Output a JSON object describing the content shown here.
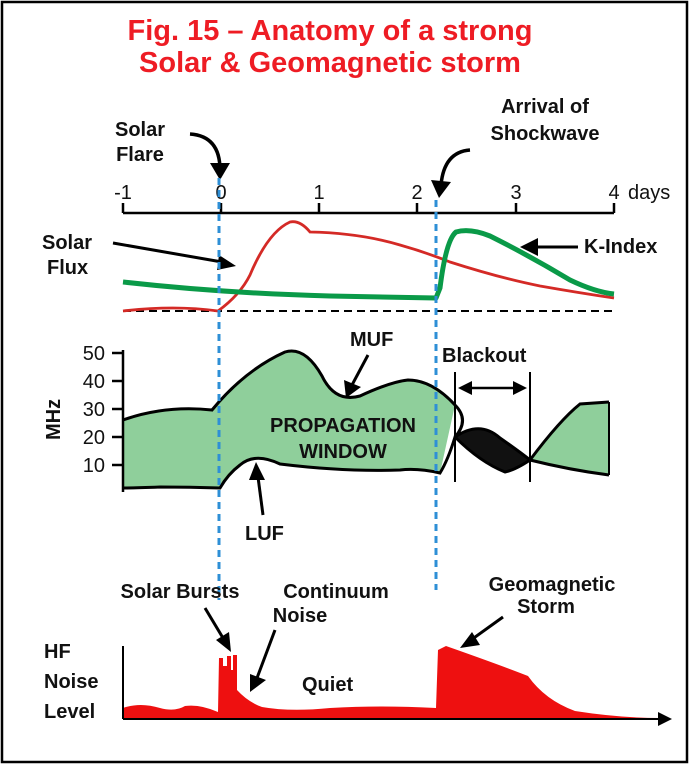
{
  "title": {
    "line1": "Fig. 15 – Anatomy of a strong",
    "line2": "Solar & Geomagnetic storm"
  },
  "time_axis": {
    "ticks": [
      "-1",
      "0",
      "1",
      "2",
      "3",
      "4"
    ],
    "unit": "days"
  },
  "events": {
    "solar_flare": [
      "Solar",
      "Flare"
    ],
    "shockwave": [
      "Arrival of",
      "Shockwave"
    ]
  },
  "top_panel": {
    "solar_flux_label": [
      "Solar",
      "Flux"
    ],
    "k_index_label": "K-Index"
  },
  "mid_panel": {
    "y_axis_label": "MHz",
    "y_ticks": [
      "50",
      "40",
      "30",
      "20",
      "10"
    ],
    "muf_label": "MUF",
    "luf_label": "LUF",
    "window_label": [
      "PROPAGATION",
      "WINDOW"
    ],
    "blackout_label": "Blackout"
  },
  "bottom_panel": {
    "solar_bursts_label": "Solar Bursts",
    "continuum_label": [
      "Continuum",
      "Noise"
    ],
    "quiet_label": "Quiet",
    "storm_label": [
      "Geomagnetic",
      "Storm"
    ],
    "y_label": [
      "HF",
      "Noise",
      "Level"
    ]
  },
  "colors": {
    "title": "#ee1c24",
    "solar_flux": "#d42a26",
    "k_index": "#0a9a48",
    "propagation_window": "#8fcf9b",
    "blackout": "#111111",
    "noise_fill": "#ee1010",
    "event_lines": "#2e8fd6"
  }
}
